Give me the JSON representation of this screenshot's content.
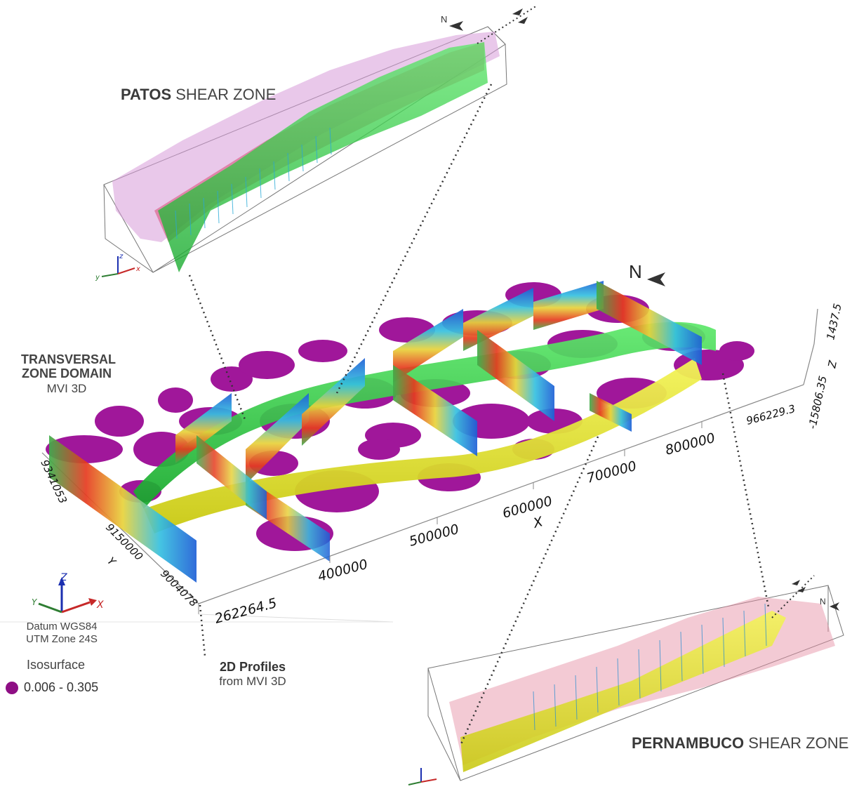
{
  "top_block": {
    "title_bold": "PATOS",
    "title_rest": " SHEAR ZONE",
    "north": "N"
  },
  "bottom_block": {
    "title_bold": "PERNAMBUCO",
    "title_rest": " SHEAR ZONE",
    "north": "N"
  },
  "main_block": {
    "domain_line1": "TRANSVERSAL",
    "domain_line2": "ZONE DOMAIN",
    "domain_sub": "MVI 3D",
    "north": "N",
    "x_axis": {
      "label": "X",
      "min": "262264.5",
      "max": "966229.3",
      "ticks": [
        "400000",
        "500000",
        "600000",
        "700000",
        "800000"
      ]
    },
    "y_axis": {
      "label": "Y",
      "min": "9004078",
      "max": "9341053",
      "ticks": [
        "9150000"
      ]
    },
    "z_axis": {
      "label": "Z",
      "min": "-15806.35",
      "max": "1437.5"
    }
  },
  "profiles_label": {
    "bold": "2D Profiles",
    "sub": "from MVI 3D"
  },
  "datum": {
    "line1": "Datum WGS84",
    "line2": "UTM Zone 24S"
  },
  "legend": {
    "title": "Isosurface",
    "range": "0.006 - 0.305",
    "color": "#8e0e84"
  },
  "colors": {
    "isosurface": "#a0179a",
    "patos_plane": "#22c93a",
    "pernambuco_plane": "#e8e81a"
  }
}
